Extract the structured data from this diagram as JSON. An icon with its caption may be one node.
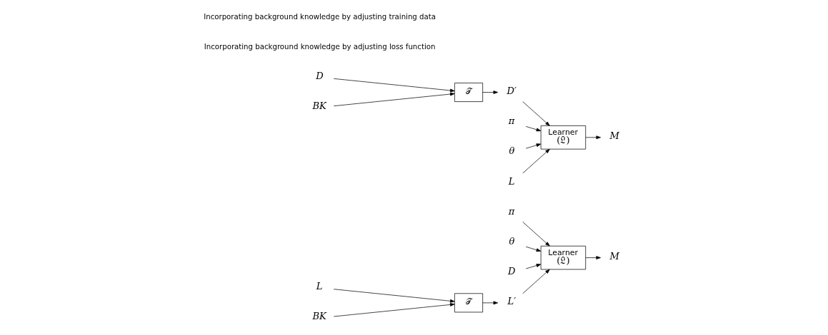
{
  "diagram": {
    "nodes": [
      {
        "text": [
          "π"
        ]
      },
      {
        "text": [
          "θ"
        ]
      },
      {
        "text": [
          "D"
        ]
      },
      {
        "text": [
          "Learner",
          "(𝔏)"
        ]
      },
      {
        "text": [
          "M"
        ]
      },
      {
        "text": [
          "L"
        ]
      },
      {
        "text": [
          "𝒯"
        ]
      },
      {
        "text": [
          "L′"
        ]
      },
      {
        "text": [
          "BK"
        ]
      },
      {
        "text": [
          "D"
        ]
      },
      {
        "text": [
          "𝒯"
        ]
      },
      {
        "text": [
          "D′"
        ]
      },
      {
        "text": [
          "π"
        ]
      },
      {
        "text": [
          "θ"
        ]
      },
      {
        "text": [
          "Learner",
          "(𝔏)"
        ]
      },
      {
        "text": [
          "M"
        ]
      },
      {
        "text": [
          "BK"
        ]
      },
      {
        "text": [
          "L"
        ]
      }
    ],
    "edges": [
      {
        "from": 0,
        "to": 3,
        "arrow": "to"
      },
      {
        "from": 1,
        "to": 3,
        "arrow": "to"
      },
      {
        "from": 2,
        "to": 3,
        "arrow": "to"
      },
      {
        "from": 3,
        "to": 4,
        "arrow": "to"
      },
      {
        "from": 5,
        "to": 6,
        "arrow": "to"
      },
      {
        "from": 6,
        "to": 7,
        "arrow": "to"
      },
      {
        "from": 7,
        "to": 3,
        "arrow": "to"
      },
      {
        "from": 8,
        "to": 6,
        "arrow": "to"
      },
      {
        "from": 9,
        "to": 10,
        "arrow": "to"
      },
      {
        "from": 10,
        "to": 11,
        "arrow": "to"
      },
      {
        "from": 11,
        "to": 14,
        "arrow": "to"
      },
      {
        "from": 12,
        "to": 14,
        "arrow": "to"
      },
      {
        "from": 13,
        "to": 14,
        "arrow": "to"
      },
      {
        "from": 14,
        "to": 15,
        "arrow": "to"
      },
      {
        "from": 16,
        "to": 10,
        "arrow": "to"
      },
      {
        "from": 17,
        "to": 14,
        "arrow": "to"
      }
    ],
    "labels": [
      "Incorporating background knowledge by adjusting loss function",
      "Incorporating background knowledge by adjusting training data"
    ]
  }
}
